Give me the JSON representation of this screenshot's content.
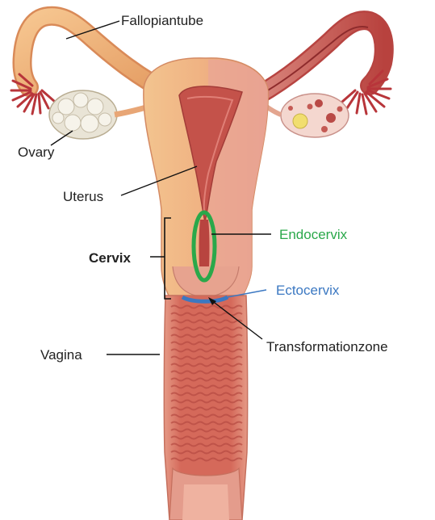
{
  "labels": {
    "fallopian_tube": "Fallopiantube",
    "ovary": "Ovary",
    "uterus": "Uterus",
    "cervix": "Cervix",
    "endocervix": "Endocervix",
    "ectocervix": "Ectocervix",
    "transformation_zone": "Transformationzone",
    "vagina": "Vagina"
  },
  "colors": {
    "endocervix": "#2aa84a",
    "ectocervix": "#3b78c2",
    "text": "#222222",
    "tissue_light": "#f2c08a",
    "tissue_pink": "#e8a08c",
    "tissue_red": "#c8524a",
    "ovary_white": "#eeeae0"
  }
}
